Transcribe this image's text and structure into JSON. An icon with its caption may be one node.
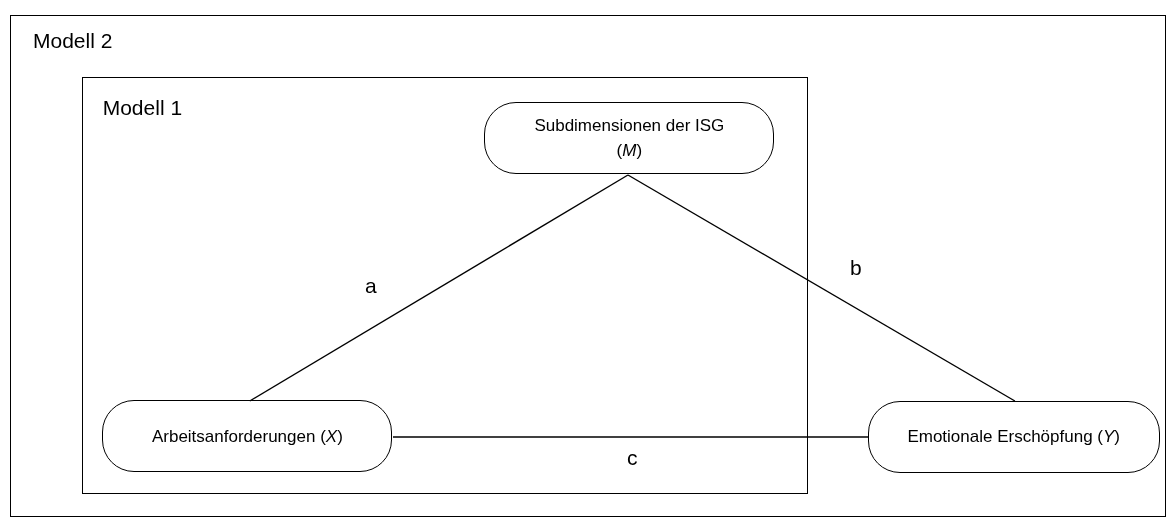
{
  "diagram": {
    "nodes": [
      {
        "text": [
          "Modell 2"
        ]
      },
      {
        "text": [
          "Modell 1"
        ],
        "in": 0
      },
      {
        "text": [
          "Subdimensionen der ISG (*M*)"
        ],
        "in": 1
      },
      {
        "text": [
          "Arbeitsanforderungen (*X*)"
        ],
        "in": 1
      },
      {
        "text": [
          "Emotionale Erschöpfung (*Y*)"
        ],
        "in": 0
      }
    ],
    "edges": [
      {
        "from": 3,
        "to": 2,
        "arrow": "none",
        "label": "a"
      },
      {
        "from": 2,
        "to": 4,
        "arrow": "none",
        "label": "b"
      },
      {
        "from": 3,
        "to": 4,
        "arrow": "none",
        "label": "c"
      }
    ]
  }
}
